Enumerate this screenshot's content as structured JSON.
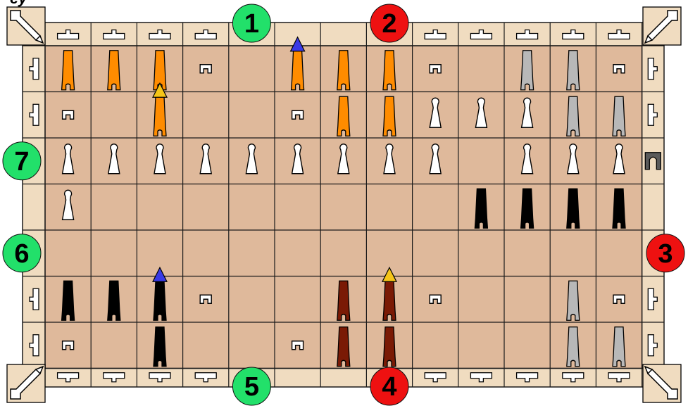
{
  "title_fragment": "ey",
  "colors": {
    "cell": "#dfb99b",
    "frame": "#f0dcc0",
    "grid": "#1a1a1a",
    "marker_green": "#22e06a",
    "marker_red": "#ee1111",
    "tri_blue": "#3a3ae6",
    "tri_yellow": "#f5c518",
    "piece": {
      "orange": "#ff8c00",
      "gray": "#b8b8b8",
      "white": "#ffffff",
      "black": "#000000",
      "maroon": "#7a1a05",
      "darkgray": "#5a5a5a"
    }
  },
  "markers": [
    {
      "label": "1",
      "color": "green",
      "edge": "top",
      "slot": 4.5
    },
    {
      "label": "2",
      "color": "red",
      "edge": "top",
      "slot": 7.5
    },
    {
      "label": "3",
      "color": "red",
      "edge": "right",
      "slot": 4
    },
    {
      "label": "4",
      "color": "red",
      "edge": "bottom",
      "slot": 7.5
    },
    {
      "label": "5",
      "color": "green",
      "edge": "bottom",
      "slot": 4.5
    },
    {
      "label": "6",
      "color": "green",
      "edge": "left",
      "slot": 4
    },
    {
      "label": "7",
      "color": "green",
      "edge": "left",
      "slot": 2
    }
  ],
  "gates": {
    "top": [
      0,
      1,
      2,
      3,
      8,
      9,
      10,
      11,
      12
    ],
    "bottom": [
      0,
      1,
      2,
      3,
      8,
      9,
      10,
      11,
      12
    ],
    "left": [
      0,
      1,
      5,
      6
    ],
    "right": [
      0,
      1,
      5,
      6
    ]
  },
  "pieces": [
    {
      "r": 0,
      "c": 0,
      "t": "tower",
      "k": "orange"
    },
    {
      "r": 0,
      "c": 1,
      "t": "tower",
      "k": "orange"
    },
    {
      "r": 0,
      "c": 2,
      "t": "tower",
      "k": "orange"
    },
    {
      "r": 0,
      "c": 3,
      "t": "small"
    },
    {
      "r": 0,
      "c": 5,
      "t": "tower",
      "k": "orange",
      "tri": "blue"
    },
    {
      "r": 0,
      "c": 6,
      "t": "tower",
      "k": "orange"
    },
    {
      "r": 0,
      "c": 7,
      "t": "tower",
      "k": "orange"
    },
    {
      "r": 0,
      "c": 8,
      "t": "small"
    },
    {
      "r": 0,
      "c": 10,
      "t": "tower",
      "k": "gray"
    },
    {
      "r": 0,
      "c": 11,
      "t": "tower",
      "k": "gray"
    },
    {
      "r": 0,
      "c": 12,
      "t": "small"
    },
    {
      "r": 1,
      "c": 0,
      "t": "small"
    },
    {
      "r": 1,
      "c": 2,
      "t": "tower",
      "k": "orange",
      "tri": "yellow"
    },
    {
      "r": 1,
      "c": 5,
      "t": "small"
    },
    {
      "r": 1,
      "c": 6,
      "t": "tower",
      "k": "orange"
    },
    {
      "r": 1,
      "c": 7,
      "t": "tower",
      "k": "orange"
    },
    {
      "r": 1,
      "c": 8,
      "t": "pawn"
    },
    {
      "r": 1,
      "c": 9,
      "t": "pawn"
    },
    {
      "r": 1,
      "c": 10,
      "t": "pawn"
    },
    {
      "r": 1,
      "c": 11,
      "t": "tower",
      "k": "gray"
    },
    {
      "r": 1,
      "c": 12,
      "t": "tower",
      "k": "gray"
    },
    {
      "r": 2,
      "c": 0,
      "t": "pawn"
    },
    {
      "r": 2,
      "c": 1,
      "t": "pawn"
    },
    {
      "r": 2,
      "c": 2,
      "t": "pawn"
    },
    {
      "r": 2,
      "c": 3,
      "t": "pawn"
    },
    {
      "r": 2,
      "c": 4,
      "t": "pawn"
    },
    {
      "r": 2,
      "c": 5,
      "t": "pawn"
    },
    {
      "r": 2,
      "c": 6,
      "t": "pawn"
    },
    {
      "r": 2,
      "c": 7,
      "t": "pawn"
    },
    {
      "r": 2,
      "c": 8,
      "t": "pawn"
    },
    {
      "r": 2,
      "c": 10,
      "t": "pawn"
    },
    {
      "r": 2,
      "c": 11,
      "t": "pawn"
    },
    {
      "r": 2,
      "c": 12,
      "t": "pawn"
    },
    {
      "r": 3,
      "c": 0,
      "t": "pawn"
    },
    {
      "r": 3,
      "c": 9,
      "t": "tower",
      "k": "black"
    },
    {
      "r": 3,
      "c": 10,
      "t": "tower",
      "k": "black"
    },
    {
      "r": 3,
      "c": 11,
      "t": "tower",
      "k": "black"
    },
    {
      "r": 3,
      "c": 12,
      "t": "tower",
      "k": "black"
    },
    {
      "r": 5,
      "c": 0,
      "t": "tower",
      "k": "black"
    },
    {
      "r": 5,
      "c": 1,
      "t": "tower",
      "k": "black"
    },
    {
      "r": 5,
      "c": 2,
      "t": "tower",
      "k": "black",
      "tri": "blue"
    },
    {
      "r": 5,
      "c": 3,
      "t": "small"
    },
    {
      "r": 5,
      "c": 6,
      "t": "tower",
      "k": "maroon"
    },
    {
      "r": 5,
      "c": 7,
      "t": "tower",
      "k": "maroon",
      "tri": "yellow"
    },
    {
      "r": 5,
      "c": 8,
      "t": "small"
    },
    {
      "r": 5,
      "c": 11,
      "t": "tower",
      "k": "gray"
    },
    {
      "r": 5,
      "c": 12,
      "t": "small"
    },
    {
      "r": 6,
      "c": 0,
      "t": "small"
    },
    {
      "r": 6,
      "c": 2,
      "t": "tower",
      "k": "black"
    },
    {
      "r": 6,
      "c": 5,
      "t": "small"
    },
    {
      "r": 6,
      "c": 6,
      "t": "tower",
      "k": "maroon"
    },
    {
      "r": 6,
      "c": 7,
      "t": "tower",
      "k": "maroon"
    },
    {
      "r": 6,
      "c": 11,
      "t": "tower",
      "k": "gray"
    },
    {
      "r": 6,
      "c": 12,
      "t": "tower",
      "k": "gray"
    }
  ],
  "edge_pieces": [
    {
      "edge": "right",
      "row": 2,
      "t": "arch",
      "k": "darkgray"
    }
  ]
}
